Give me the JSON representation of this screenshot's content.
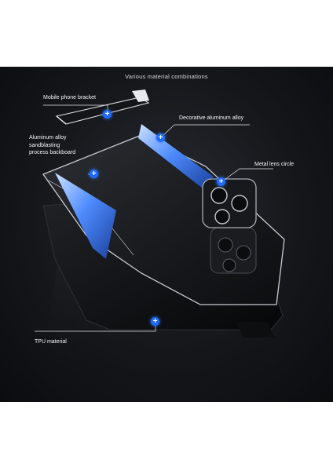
{
  "title": "Various material combinations",
  "callouts": [
    {
      "id": "bracket",
      "label": "Mobile phone bracket"
    },
    {
      "id": "decorative",
      "label": "Decorative aluminum alloy"
    },
    {
      "id": "backboard",
      "label_lines": [
        "Aluminum alloy",
        "sandblasting",
        "process backboard"
      ]
    },
    {
      "id": "lens",
      "label": "Metal lens circle"
    },
    {
      "id": "tpu",
      "label": "TPU material"
    }
  ],
  "colors": {
    "background": "#15171b",
    "accent": "#1f6bff",
    "line": "#e6e8eb",
    "frame": "#c7cbd1"
  },
  "icons": {
    "marker": "plus-marker-icon"
  }
}
